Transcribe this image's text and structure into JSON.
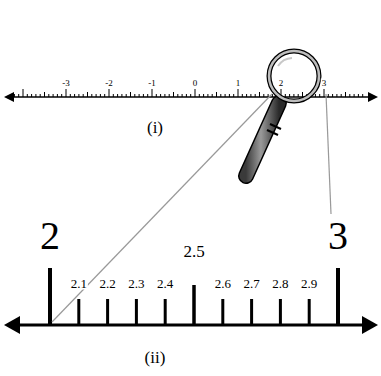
{
  "diagram": {
    "labels": [
      "-3",
      "-2",
      "-1",
      "0",
      "1",
      "2",
      "3",
      "(i)",
      "2",
      "2.1",
      "2.2",
      "2.3",
      "2.4",
      "2.5",
      "2.6",
      "2.7",
      "2.8",
      "2.9",
      "3",
      "(ii)"
    ]
  }
}
